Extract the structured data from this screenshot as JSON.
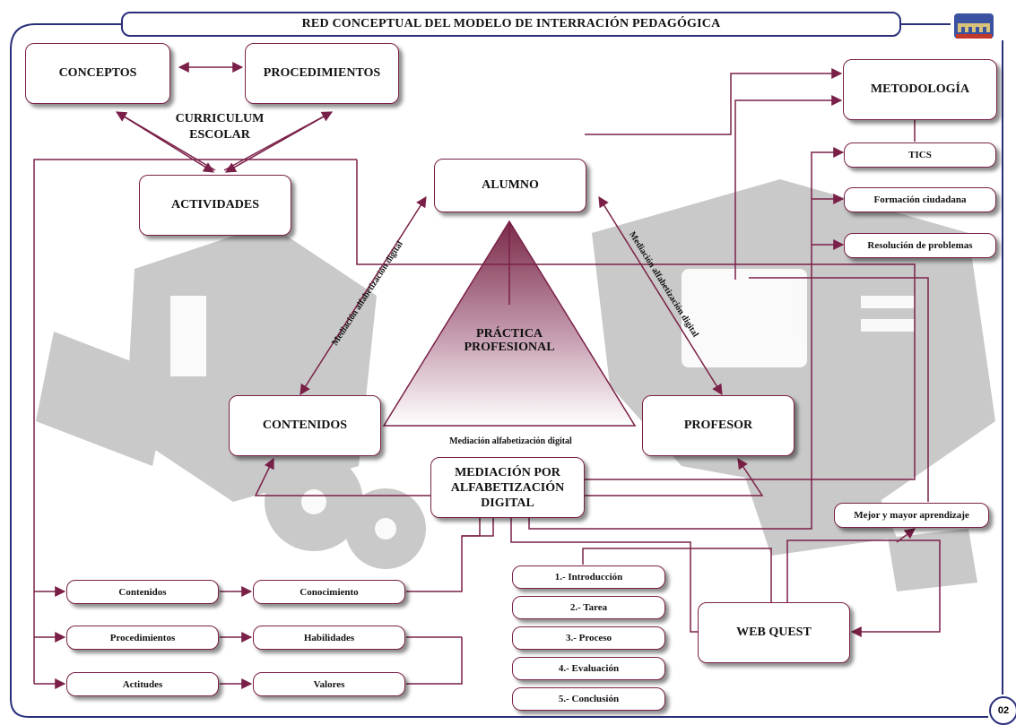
{
  "header": {
    "title": "RED CONCEPTUAL  DEL MODELO DE INTERRACIÓN PEDAGÓGICA"
  },
  "page_number": "02",
  "nodes": {
    "conceptos": "CONCEPTOS",
    "procedimientos": "PROCEDIMIENTOS",
    "curriculum": "CURRICULUM ESCOLAR",
    "actividades": "ACTIVIDADES",
    "alumno": "ALUMNO",
    "practica": "PRÁCTICA PROFESIONAL",
    "contenidos": "CONTENIDOS",
    "profesor": "PROFESOR",
    "mediacion": "MEDIACIÓN POR ALFABETIZACIÓN DIGITAL",
    "metodologia": "METODOLOGÍA",
    "tics": "TICS",
    "formacion": "Formación ciudadana",
    "resolucion": "Resolución de problemas",
    "mejor": "Mejor y mayor aprendizaje",
    "webquest": "WEB QUEST"
  },
  "edge_labels": {
    "left_side": "Mediación alfabetización digital",
    "right_side": "Mediación alfabetización digital",
    "bottom": "Mediación alfabetización  digital"
  },
  "left_column": [
    "Contenidos",
    "Procedimientos",
    "Actitudes"
  ],
  "right_column": [
    "Conocimiento",
    "Habilidades",
    "Valores"
  ],
  "webquest_steps": [
    "1.- Introducción",
    "2.- Tarea",
    "3.- Proceso",
    "4.- Evaluación",
    "5.- Conclusión"
  ],
  "colors": {
    "line": "#7a2048",
    "border": "#2a2f7a",
    "triangle_top": "#7a2a48",
    "triangle_bottom": "#ffffff",
    "background_art": "#c8c8c8"
  }
}
